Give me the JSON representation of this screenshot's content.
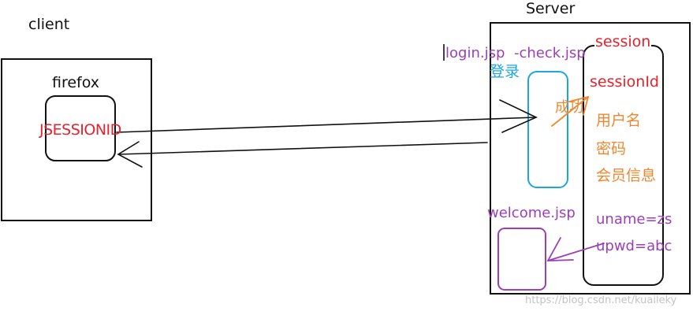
{
  "diagram": {
    "client_label": "client",
    "server_label": "Server",
    "firefox_label": "firefox",
    "jsessionid_label": "JSESSIONID",
    "login_label": "login.jsp",
    "check_label": "-check.jsp",
    "login_cn_label": "登录",
    "success_label": "成功",
    "session_label": "session",
    "session_id_label": "sessionId",
    "username_label": "用户名",
    "password_label": "密码",
    "member_info_label": "会员信息",
    "welcome_label": "welcome.jsp",
    "uname_label": "uname=zs",
    "upwd_label": "upwd=abc",
    "watermark": "https://blog.csdn.net/kuaileky"
  },
  "colors": {
    "black": "#111111",
    "red": "#e8222c",
    "purple": "#9b3fb8",
    "cyan": "#1aa7e0",
    "orange": "#f0872e",
    "watermark": "#c4c4c4"
  }
}
